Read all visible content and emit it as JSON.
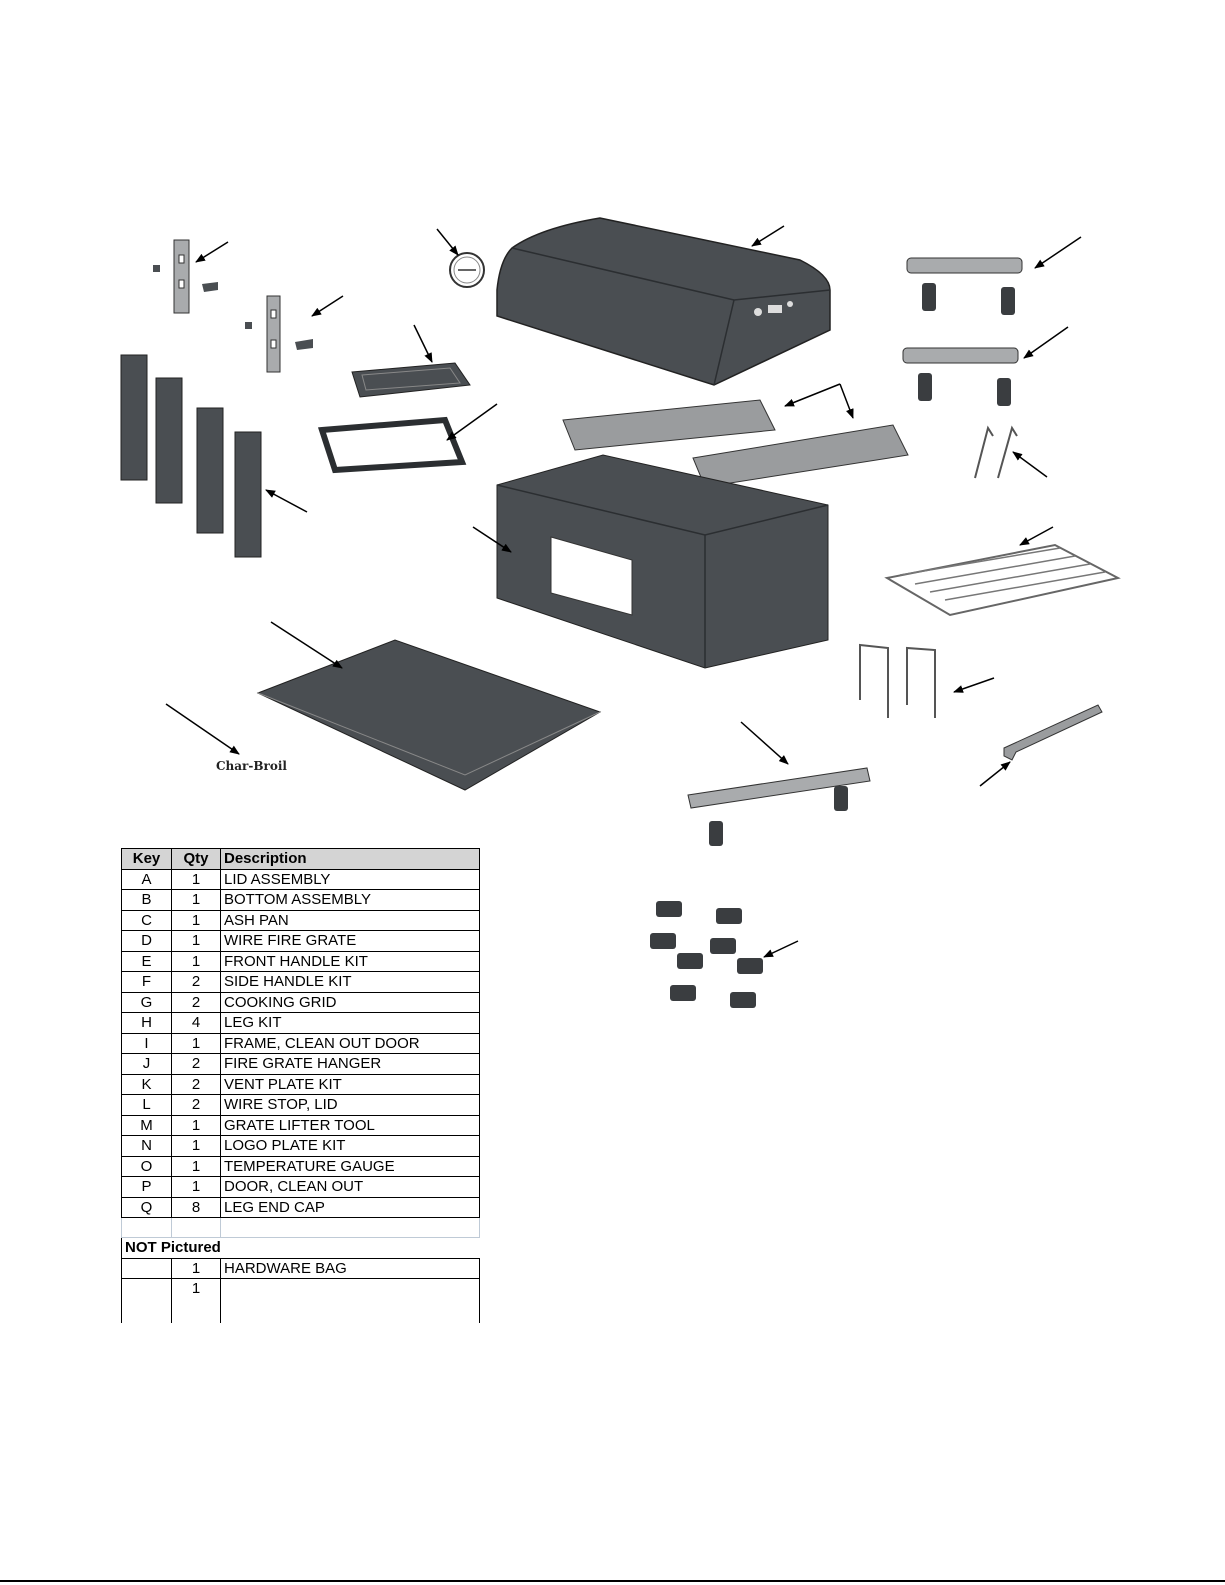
{
  "parts_table": {
    "headers": {
      "key": "Key",
      "qty": "Qty",
      "description": "Description"
    },
    "rows": [
      {
        "key": "A",
        "qty": "1",
        "description": "LID ASSEMBLY"
      },
      {
        "key": "B",
        "qty": "1",
        "description": "BOTTOM ASSEMBLY"
      },
      {
        "key": "C",
        "qty": "1",
        "description": "ASH PAN"
      },
      {
        "key": "D",
        "qty": "1",
        "description": "WIRE FIRE GRATE"
      },
      {
        "key": "E",
        "qty": "1",
        "description": "FRONT HANDLE KIT"
      },
      {
        "key": "F",
        "qty": "2",
        "description": "SIDE HANDLE KIT"
      },
      {
        "key": "G",
        "qty": "2",
        "description": "COOKING GRID"
      },
      {
        "key": "H",
        "qty": "4",
        "description": "LEG KIT"
      },
      {
        "key": "I",
        "qty": "1",
        "description": "FRAME, CLEAN OUT DOOR"
      },
      {
        "key": "J",
        "qty": "2",
        "description": "FIRE GRATE HANGER"
      },
      {
        "key": "K",
        "qty": "2",
        "description": "VENT PLATE KIT"
      },
      {
        "key": "L",
        "qty": "2",
        "description": "WIRE STOP, LID"
      },
      {
        "key": "M",
        "qty": "1",
        "description": "GRATE LIFTER TOOL"
      },
      {
        "key": "N",
        "qty": "1",
        "description": "LOGO PLATE KIT"
      },
      {
        "key": "O",
        "qty": "1",
        "description": "TEMPERATURE GAUGE"
      },
      {
        "key": "P",
        "qty": "1",
        "description": "DOOR, CLEAN OUT"
      },
      {
        "key": "Q",
        "qty": "8",
        "description": "LEG END CAP"
      }
    ],
    "not_pictured_label": "NOT Pictured",
    "not_pictured_rows": [
      {
        "key": "",
        "qty": "1",
        "description": "HARDWARE BAG"
      },
      {
        "key": "",
        "qty": "1",
        "description": ""
      }
    ]
  },
  "logo": {
    "text": "Char-Broil"
  },
  "colors": {
    "part_fill": "#4a4e52",
    "part_light": "#a9abad",
    "line": "#000000",
    "header_bg": "#d4d4d4"
  }
}
